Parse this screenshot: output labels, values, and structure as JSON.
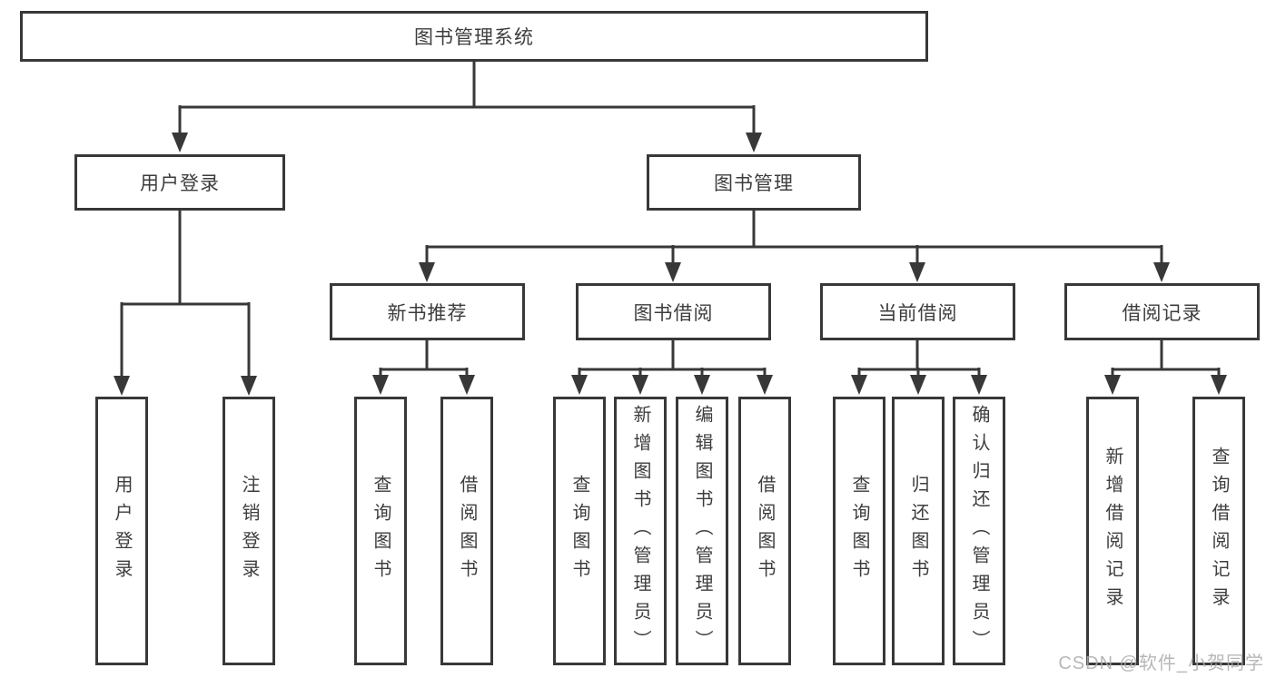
{
  "diagram": {
    "title": "图书管理系统",
    "type": "hierarchy-tree"
  },
  "nodes": {
    "root": {
      "label": "图书管理系统"
    },
    "user_login": {
      "label": "用户登录"
    },
    "book_mgmt": {
      "label": "图书管理"
    },
    "new_book_rec": {
      "label": "新书推荐"
    },
    "book_borrow": {
      "label": "图书借阅"
    },
    "current_borrow": {
      "label": "当前借阅"
    },
    "borrow_records": {
      "label": "借阅记录"
    },
    "leaves": [
      {
        "label": "用户登录"
      },
      {
        "label": "注销登录"
      },
      {
        "label": "查询图书"
      },
      {
        "label": "借阅图书"
      },
      {
        "label": "查询图书"
      },
      {
        "label": "新增图书（管理员）"
      },
      {
        "label": "编辑图书（管理员）"
      },
      {
        "label": "借阅图书"
      },
      {
        "label": "查询图书"
      },
      {
        "label": "归还图书"
      },
      {
        "label": "确认归还（管理员）"
      },
      {
        "label": "新增借阅记录"
      },
      {
        "label": "查询借阅记录"
      }
    ]
  },
  "watermark": {
    "text": "CSDN @软件_小贺同学"
  },
  "colors": {
    "line": "#383838",
    "box_border": "#383838",
    "text": "#3d3d3d",
    "watermark": "#ababab",
    "background": "#ffffff"
  }
}
